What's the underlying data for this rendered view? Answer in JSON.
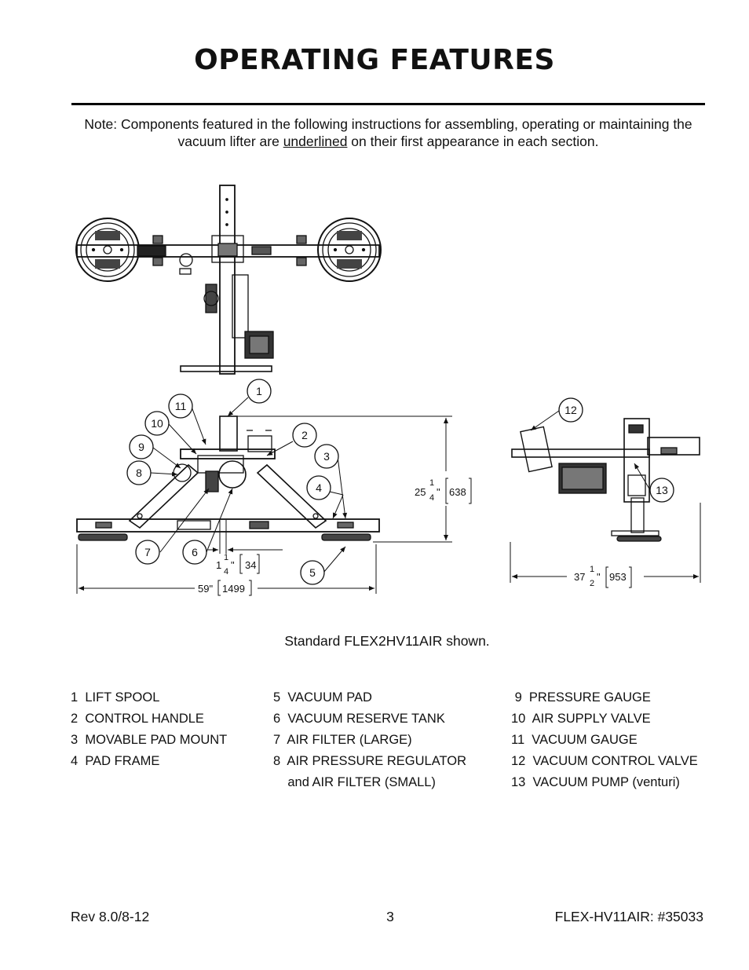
{
  "header": {
    "title": "OPERATING FEATURES"
  },
  "note": {
    "before": "Note:  Components featured in the following instructions for assembling, operating or maintaining the vacuum lifter are ",
    "underlined": "underlined",
    "after": " on their first appearance in each section."
  },
  "drawing": {
    "callouts": [
      "1",
      "2",
      "3",
      "4",
      "5",
      "6",
      "7",
      "8",
      "9",
      "10",
      "11",
      "12",
      "13"
    ],
    "dims": {
      "height_whole": "25",
      "height_num": "1",
      "height_den": "4",
      "height_mm": "638",
      "width_label": "59\"",
      "width_mm": "1499",
      "pad_whole": "1",
      "pad_num": "1",
      "pad_den": "4",
      "pad_mm": "34",
      "side_whole": "37",
      "side_num": "1",
      "side_den": "2",
      "side_mm": "953",
      "inch": "\""
    }
  },
  "caption": "Standard FLEX2HV11AIR shown.",
  "legend": {
    "col1": [
      "1  LIFT SPOOL",
      "2  CONTROL HANDLE",
      "3  MOVABLE PAD MOUNT",
      "4  PAD FRAME"
    ],
    "col2": [
      "5  VACUUM PAD",
      "6  VACUUM RESERVE TANK",
      "7  AIR FILTER (LARGE)",
      "8  AIR PRESSURE REGULATOR",
      "    and AIR FILTER (SMALL)"
    ],
    "col3": [
      " 9  PRESSURE GAUGE",
      "10  AIR SUPPLY VALVE",
      "11  VACUUM GAUGE",
      "12  VACUUM CONTROL VALVE",
      "13  VACUUM PUMP (venturi)"
    ]
  },
  "footer": {
    "left": "Rev 8.0/8-12",
    "center": "3",
    "right": "FLEX-HV11AIR: #35033"
  }
}
